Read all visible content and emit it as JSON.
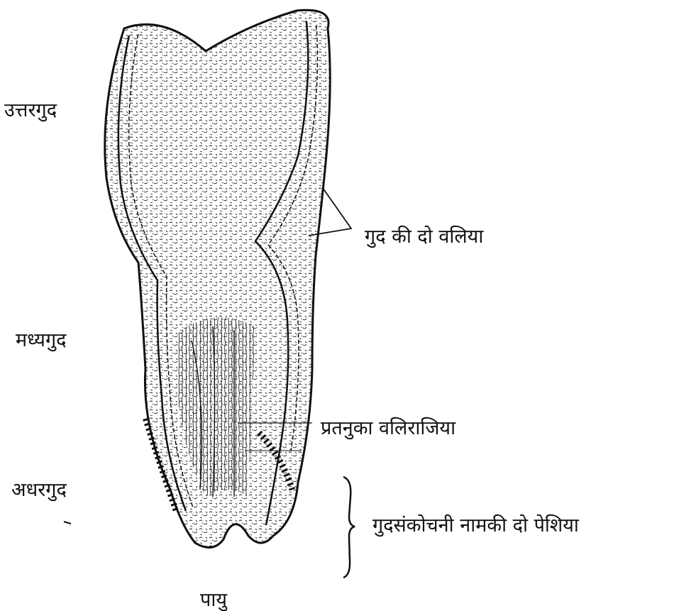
{
  "labels": {
    "upper": "उत्तरगुद",
    "middle": "मध्यगुद",
    "lower": "अधरगुद",
    "two_folds": "गुद की दो वलिया",
    "transverse_folds": "प्रतनुका वलिराजिया",
    "sphincters": "गुदसंकोचनी नामकी दो पेशिया",
    "anus": "पायु"
  }
}
